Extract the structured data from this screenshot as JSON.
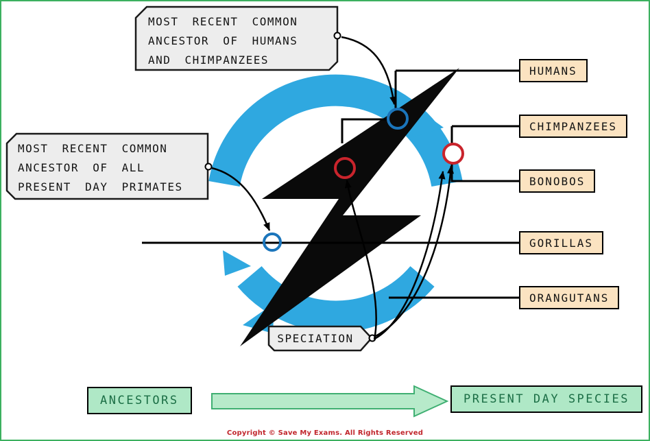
{
  "callouts": {
    "top": {
      "lines": [
        "MOST RECENT COMMON",
        "ANCESTOR OF HUMANS",
        "AND CHIMPANZEES"
      ]
    },
    "left": {
      "lines": [
        "MOST RECENT COMMON",
        "ANCESTOR OF ALL",
        "PRESENT DAY PRIMATES"
      ]
    },
    "speciation": {
      "label": "SPECIATION"
    }
  },
  "species": [
    "HUMANS",
    "CHIMPANZEES",
    "BONOBOS",
    "GORILLAS",
    "ORANGUTANS"
  ],
  "timeline": {
    "ancestors": "ANCESTORS",
    "present_day": "PRESENT DAY SPECIES"
  },
  "footer": {
    "copyright": "Copyright © Save My Exams. All Rights Reserved"
  },
  "graphics": {
    "center_logo": "lightning-bolt-logo-watermark",
    "blue_nodes_meaning": "common-ancestor-marker",
    "red_nodes_meaning": "speciation-point-marker"
  },
  "colors": {
    "logo_blue": "#2FA8E0",
    "node_blue": "#1B75BB",
    "node_red": "#C9242C",
    "species_label_fill": "#FBE3C1",
    "callout_fill": "#EDEDED",
    "green_fill": "#AFE8C6",
    "green_text": "#1B6E45",
    "copyright_red": "#C1272D",
    "frame_green": "#3CB05F"
  }
}
